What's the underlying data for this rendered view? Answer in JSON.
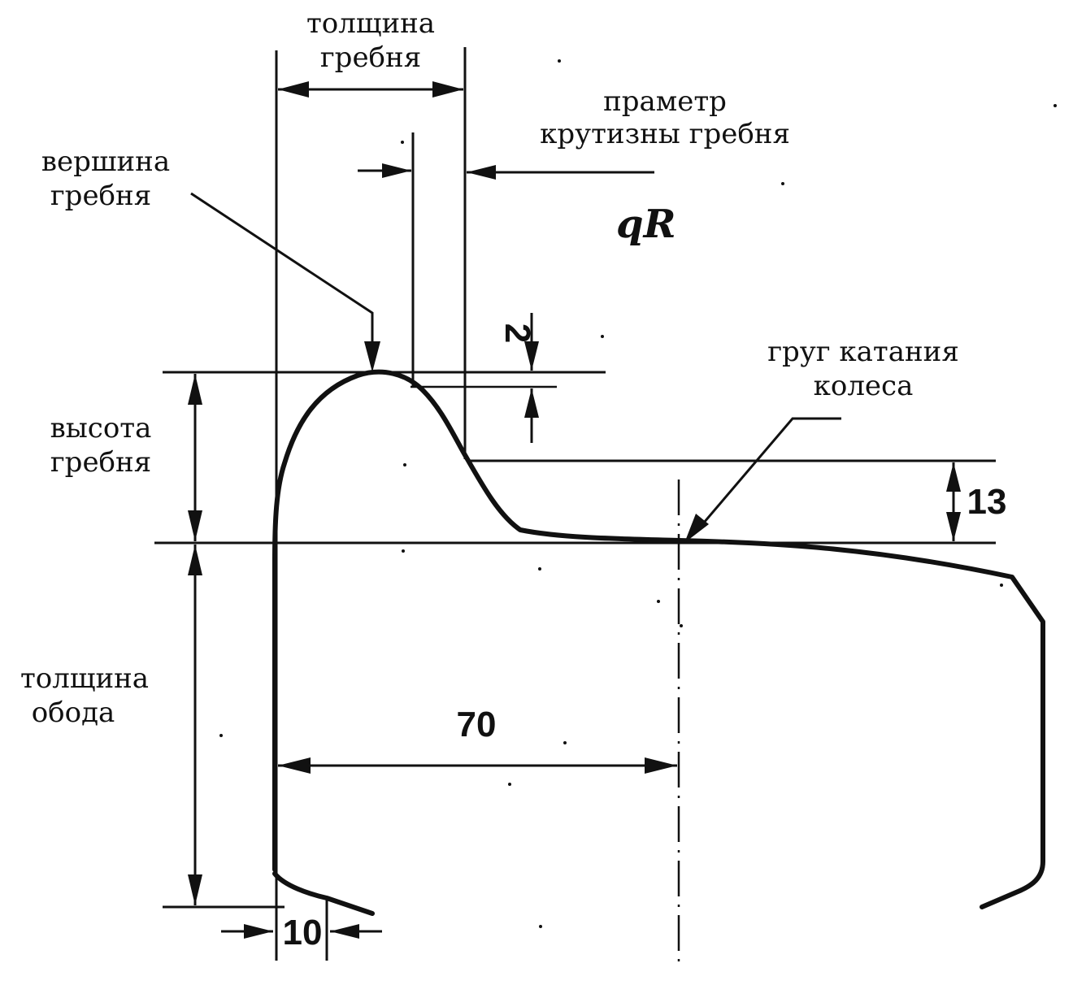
{
  "labels": {
    "flange_thickness_l1": "толщина",
    "flange_thickness_l2": "гребня",
    "steepness_l1": "праметр",
    "steepness_l2": "крутизны гребня",
    "steepness_symbol": "qR",
    "apex_l1": "вершина",
    "apex_l2": "гребня",
    "rolling_circle_l1": "груг катания",
    "rolling_circle_l2": "колеса",
    "flange_height_l1": "высота",
    "flange_height_l2": "гребня",
    "rim_thickness_l1": "толщина",
    "rim_thickness_l2": "обода"
  },
  "dimensions": {
    "offset_2": "2",
    "offset_13": "13",
    "offset_70": "70",
    "offset_10": "10"
  }
}
